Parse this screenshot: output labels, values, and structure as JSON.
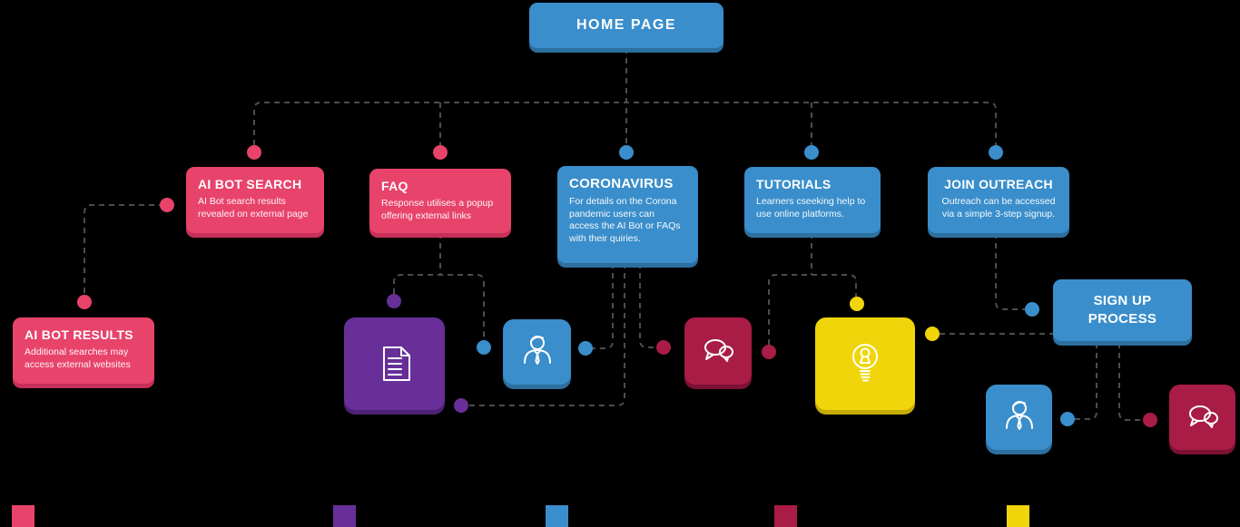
{
  "palette": {
    "blue": "#3a8ecb",
    "pink": "#e8436b",
    "purple": "#672f97",
    "maroon": "#a81c46",
    "yellow": "#f0d50a",
    "connector_gray": "#4d4d4d",
    "background": "#000000"
  },
  "nodes": {
    "home": {
      "label": "HOME PAGE"
    },
    "ai_bot_search": {
      "label": "AI BOT SEARCH",
      "desc": "AI Bot search results revealed on external page"
    },
    "faq": {
      "label": "FAQ",
      "desc": "Response utilises a popup offering external links"
    },
    "coronavirus": {
      "label": "CORONAVIRUS",
      "desc": "For details on the Corona pandemic users can access the AI Bot or FAQs with their quiries."
    },
    "tutorials": {
      "label": "TUTORIALS",
      "desc": "Learners cseeking help to use online platforms."
    },
    "join_outreach": {
      "label": "JOIN OUTREACH",
      "desc": "Outreach can be accessed via a simple 3-step signup."
    },
    "ai_bot_results": {
      "label": "AI BOT RESULTS",
      "desc": "Additional searches may access external websites"
    },
    "sign_up_process": {
      "label": "SIGN UP PROCESS"
    }
  },
  "icons": {
    "document": "document-icon",
    "person": "person-icon",
    "chat": "chat-bubbles-icon",
    "lightbulb": "lightbulb-icon"
  },
  "legend": {
    "colors": [
      "#e8436b",
      "#672f97",
      "#3a8ecb",
      "#a81c46",
      "#f0d50a"
    ]
  }
}
